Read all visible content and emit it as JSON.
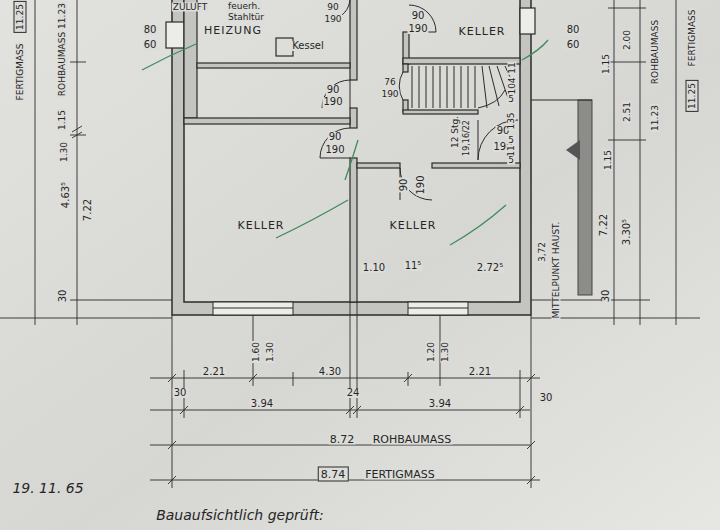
{
  "diagram": {
    "nodes": [
      {
        "text": [
          "HEIZUNG"
        ]
      },
      {
        "text": [
          "KELLER"
        ]
      },
      {
        "text": [
          "KELLER"
        ]
      },
      {
        "text": [
          "KELLER"
        ]
      }
    ],
    "labels": [
      "ZULUFT",
      "feuerh.",
      "Stahltür",
      "90",
      "190",
      "80",
      "60",
      "Kessel",
      "90",
      "190",
      "80",
      "60",
      "76",
      "190",
      "90",
      "190",
      "90",
      "190",
      "12 Stg.",
      "19,16/22",
      "90",
      "190",
      "11",
      "104",
      "5",
      "135",
      "5",
      "11",
      "5",
      "90",
      "190",
      "1.10",
      "11⁵",
      "2.72⁵",
      "3,72",
      "MITTELPUNKT HAUST.",
      "11.25",
      "FERTIGMASS",
      "11.23",
      "ROHBAUMASS",
      "1.15",
      "1.30",
      "4.63⁵",
      "7.22",
      "30",
      "1.15",
      "2.00",
      "ROHBAUMASS",
      "11.23",
      "FERTIGMASS",
      "11.25",
      "2.51",
      "1.15",
      "7.22",
      "3.30⁵",
      "30",
      "1.60",
      "1.30",
      "1.20",
      "1.30",
      "2.21",
      "4.30",
      "2.21",
      "30",
      "24",
      "30",
      "3.94",
      "3.94",
      "8.72",
      "ROHBAUMASS",
      "8.74",
      "FERTIGMASS",
      "19. 11. 65",
      "Bauaufsichtlich geprüft:"
    ]
  }
}
